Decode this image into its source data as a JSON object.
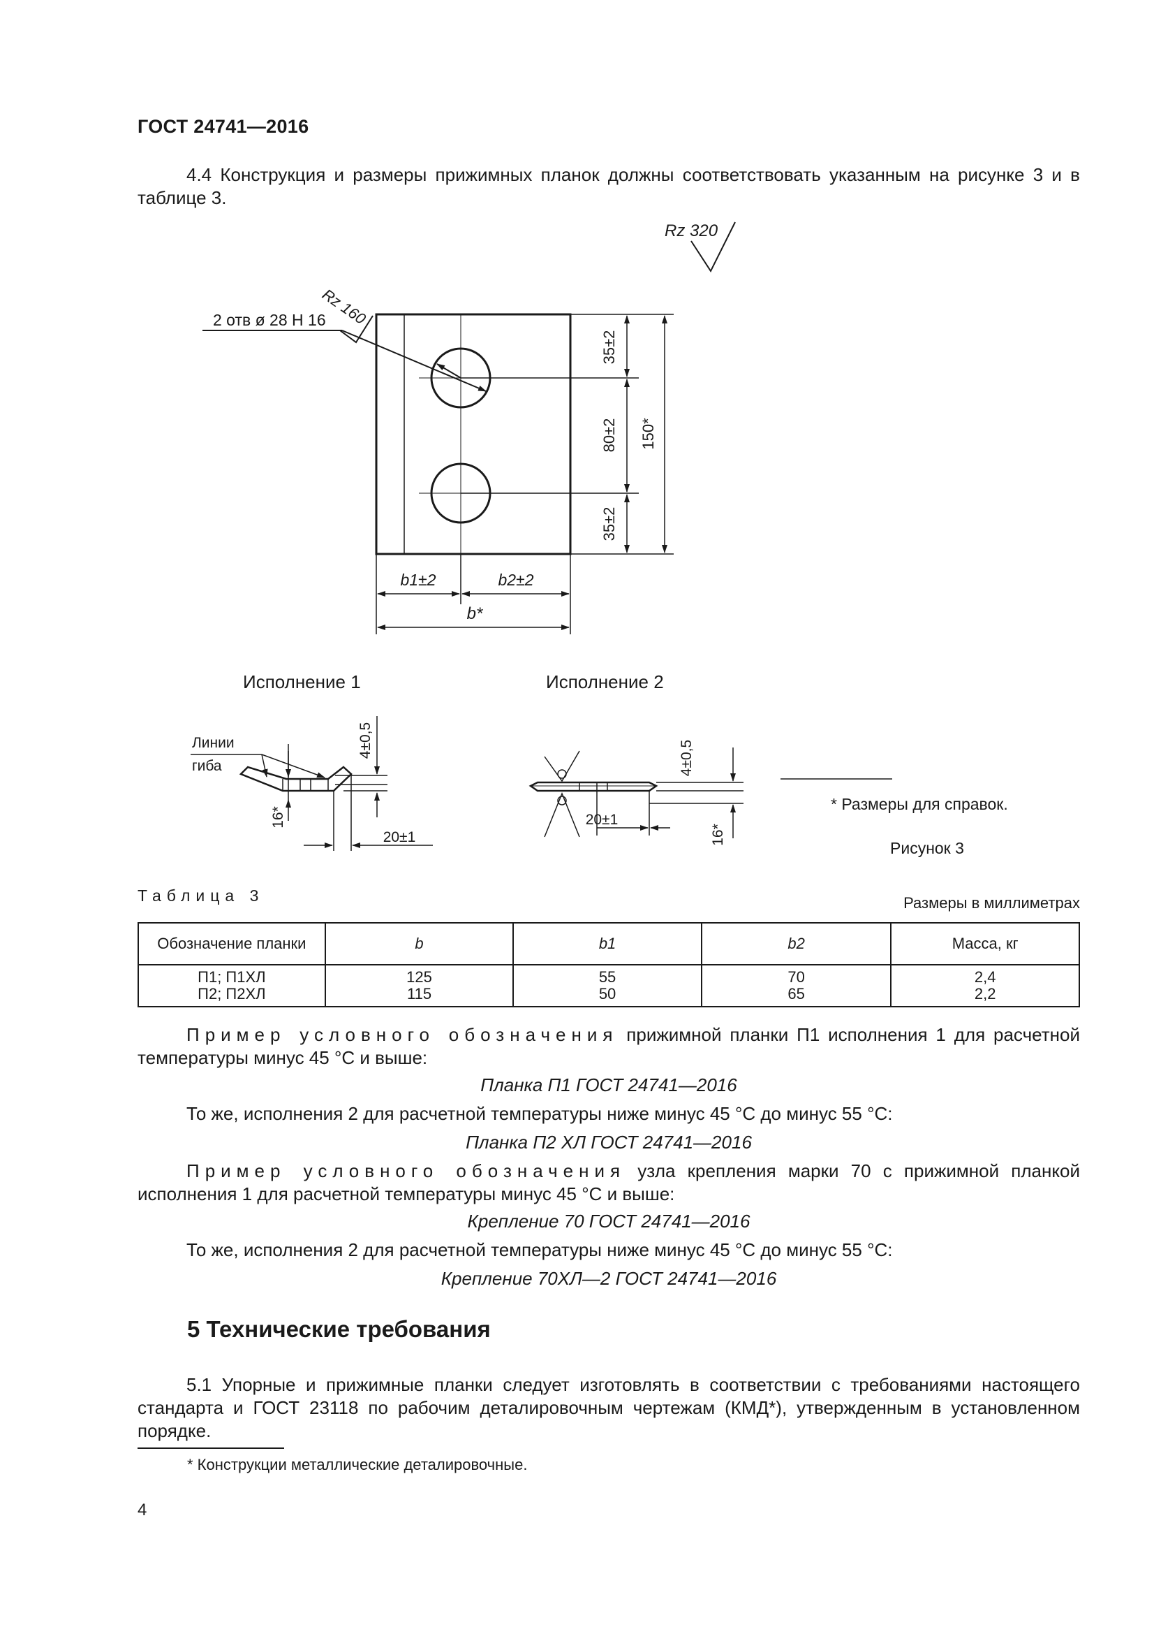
{
  "header": {
    "standard": "ГОСТ 24741—2016"
  },
  "intro": {
    "text": "4.4  Конструкция и размеры прижимных планок должны соответствовать указанным на рисунке 3 и в таблице 3."
  },
  "figure": {
    "rz_main": "Rz 320",
    "rz_hole": "Rz 160",
    "holes_label": "2 отв ø 28 Н 16",
    "dim_35_top": "35±2",
    "dim_80": "80±2",
    "dim_35_bottom": "35±2",
    "dim_150": "150*",
    "dim_b1": "b1±2",
    "dim_b2": "b2±2",
    "dim_b": "b*",
    "exec1_title": "Исполнение 1",
    "exec2_title": "Исполнение 2",
    "bend_line_1": "Линии",
    "bend_line_2": "гиба",
    "dim_4_05_a": "4±0,5",
    "dim_16_a": "16*",
    "dim_20_a": "20±1",
    "dim_4_05_b": "4±0,5",
    "dim_20_b": "20±1",
    "dim_16_b": "16*",
    "note": "* Размеры для справок.",
    "caption": "Рисунок 3"
  },
  "table": {
    "label": "Таблица 3",
    "units": "Размеры в миллиметрах",
    "headers": [
      "Обозначение планки",
      "b",
      "b1",
      "b2",
      "Масса, кг"
    ],
    "rows": [
      [
        "П1; П1ХЛ",
        "125",
        "55",
        "70",
        "2,4"
      ],
      [
        "П2; П2ХЛ",
        "115",
        "50",
        "65",
        "2,2"
      ]
    ]
  },
  "examples": {
    "ex1_lead": "Пример условного обозначения",
    "ex1_text": " прижимной планки П1 исполнения 1 для расчетной температуры минус 45 °С и выше:",
    "ex1_code": "Планка П1 ГОСТ 24741—2016",
    "ex2_text": "То же, исполнения 2 для расчетной температуры ниже минус 45 °С до минус 55 °С:",
    "ex2_code": "Планка П2 ХЛ ГОСТ 24741—2016",
    "ex3_lead": "Пример условного обозначения",
    "ex3_text": " узла крепления марки 70 с прижимной планкой исполнения 1 для расчетной температуры минус 45 °С и выше:",
    "ex3_code": "Крепление 70 ГОСТ 24741—2016",
    "ex4_text": "То же, исполнения 2 для расчетной температуры ниже минус 45 °С до минус 55 °С:",
    "ex4_code": "Крепление 70ХЛ—2 ГОСТ 24741—2016"
  },
  "section5": {
    "title": "5 Технические требования",
    "p51": "5.1  Упорные и прижимные планки следует изготовлять в соответствии с требованиями настоящего стандарта и ГОСТ 23118 по рабочим деталировочным чертежам (КМД*), утвержденным в установленном порядке."
  },
  "footnote": {
    "text": "* Конструкции металлические деталировочные."
  },
  "page": {
    "number": "4"
  }
}
